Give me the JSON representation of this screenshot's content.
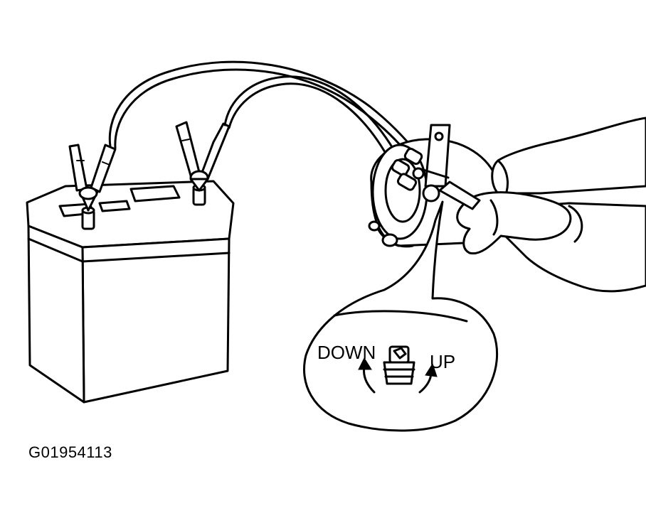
{
  "figure": {
    "callout_labels": {
      "down": "DOWN",
      "up": "UP"
    },
    "figure_code": "G01954113"
  },
  "colors": {
    "ink": "#000000",
    "paper": "#ffffff"
  }
}
